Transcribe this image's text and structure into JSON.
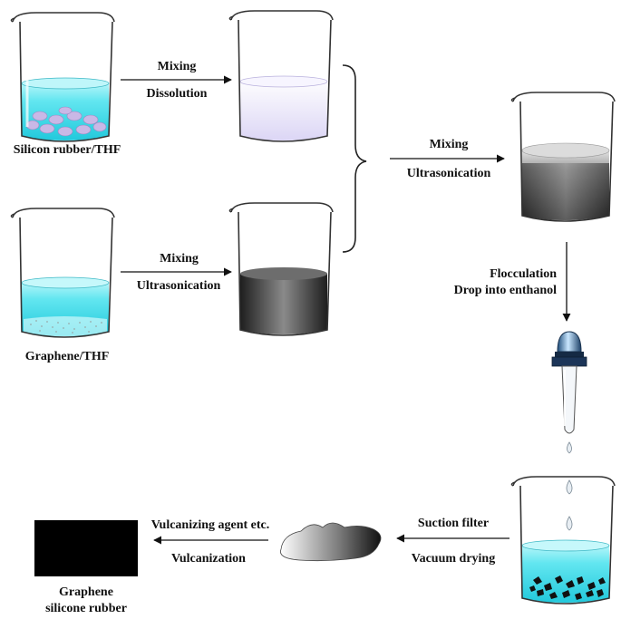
{
  "steps": {
    "top_left": {
      "line1": "Mixing",
      "line2": "Dissolution"
    },
    "bottom_left": {
      "line1": "Mixing",
      "line2": "Ultrasonication"
    },
    "middle": {
      "line1": "Mixing",
      "line2": "Ultrasonication"
    },
    "vertical": {
      "line1": "Flocculation",
      "line2": "Drop into enthanol"
    },
    "suction": {
      "line1": "Suction filter",
      "line2": "Vacuum drying"
    },
    "vulcanize": {
      "line1": "Vulcanizing agent etc.",
      "line2": "Vulcanization"
    }
  },
  "materials": {
    "silicon_rubber": "Silicon rubber/THF",
    "graphene": "Graphene/THF",
    "product_line1": "Graphene",
    "product_line2": "silicone rubber"
  },
  "colors": {
    "cyan_liquid": "#4fe3ee",
    "lavender_liquid": "#ece9fb",
    "dark_liquid": "#3a3a3a",
    "product_block": "#000000"
  }
}
